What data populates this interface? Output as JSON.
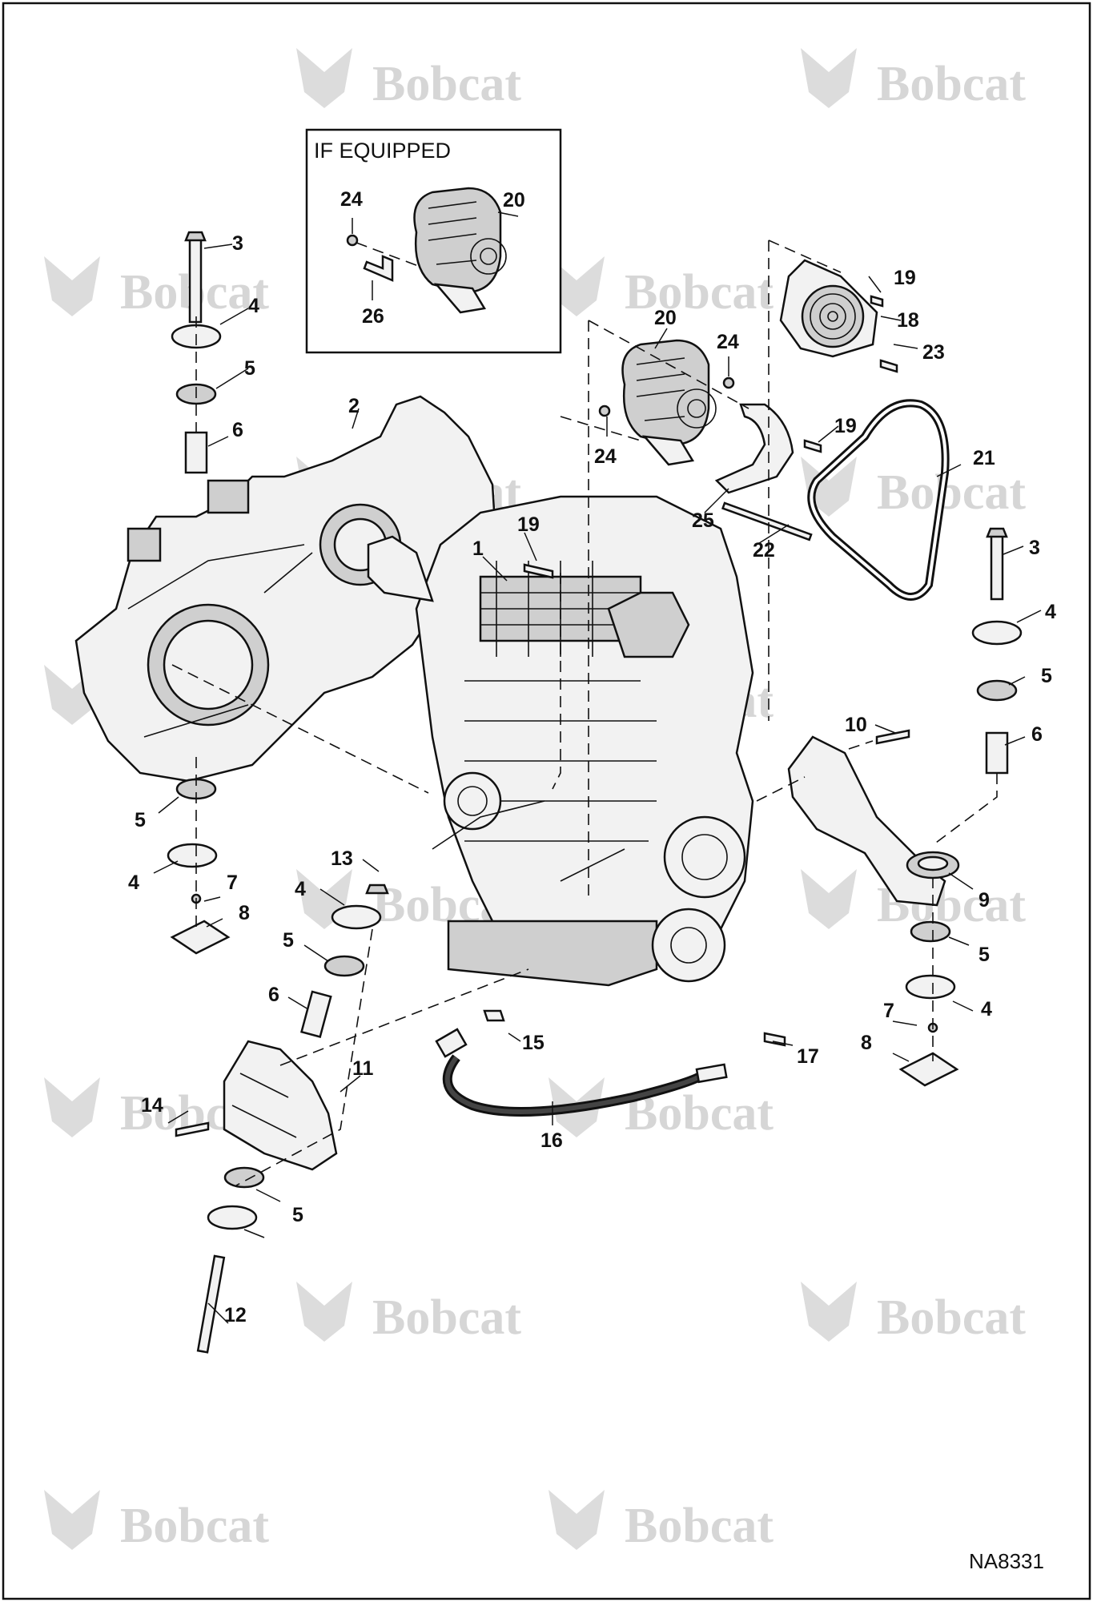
{
  "watermark": "Bobcat",
  "inset_title": "IF EQUIPPED",
  "drawing_code": "NA8331",
  "callouts": [
    "1",
    "2",
    "3",
    "3",
    "4",
    "4",
    "4",
    "4",
    "4",
    "5",
    "5",
    "5",
    "5",
    "5",
    "5",
    "6",
    "6",
    "6",
    "7",
    "7",
    "8",
    "8",
    "9",
    "10",
    "11",
    "12",
    "13",
    "14",
    "15",
    "16",
    "17",
    "18",
    "19",
    "19",
    "19",
    "20",
    "20",
    "21",
    "22",
    "23",
    "24",
    "24",
    "24",
    "25",
    "26"
  ]
}
